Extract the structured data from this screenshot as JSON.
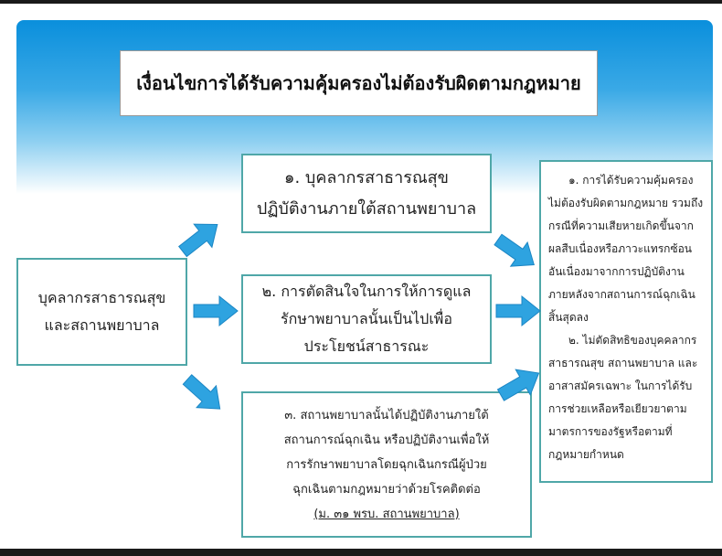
{
  "title": "เงื่อนไขการได้รับความคุ้มครองไม่ต้องรับผิดตามกฎหมาย",
  "left_box": {
    "lines": [
      "บุคลากรสาธารณสุข",
      "และสถานพยาบาล"
    ]
  },
  "condition_1": {
    "lines": [
      "๑. บุคลากรสาธารณสุข",
      "ปฏิบัติงานภายใต้สถานพยาบาล"
    ]
  },
  "condition_2": {
    "lines": [
      "๒. การตัดสินใจในการให้การดูแล",
      "รักษาพยาบาลนั้นเป็นไปเพื่อ",
      "ประโยชน์สาธารณะ"
    ]
  },
  "condition_3": {
    "lines": [
      "๓. สถานพยาบาลนั้นได้ปฏิบัติงานภายใต้",
      "สถานการณ์ฉุกเฉิน หรือปฏิบัติงานเพื่อให้",
      "การรักษาพยาบาลโดยฉุกเฉินกรณีผู้ป่วย",
      "ฉุกเฉินตามกฎหมายว่าด้วยโรคติดต่อ"
    ],
    "reference": "(ม. ๓๑ พรบ. สถานพยาบาล)"
  },
  "result": {
    "item_1": "๑. การได้รับความคุ้มครองไม่ต้องรับผิดตามกฎหมาย รวมถึงกรณีที่ความเสียหายเกิดขึ้นจากผลสืบเนื่องหรือภาวะแทรกซ้อนอันเนื่องมาจากการปฏิบัติงานภายหลังจากสถานการณ์ฉุกเฉินสิ้นสุดลง",
    "item_2": "๒. ไม่ตัดสิทธิของบุคคลากรสาธารณสุข สถานพยาบาล และอาสาสมัครเฉพาะ ในการได้รับการช่วยเหลือหรือเยียวยาตามมาตรการของรัฐหรือตามที่กฎหมายกำหนด"
  },
  "colors": {
    "arrow": "#2ea3e0",
    "border": "#4fa7a8",
    "header": "#0a8fdc"
  }
}
